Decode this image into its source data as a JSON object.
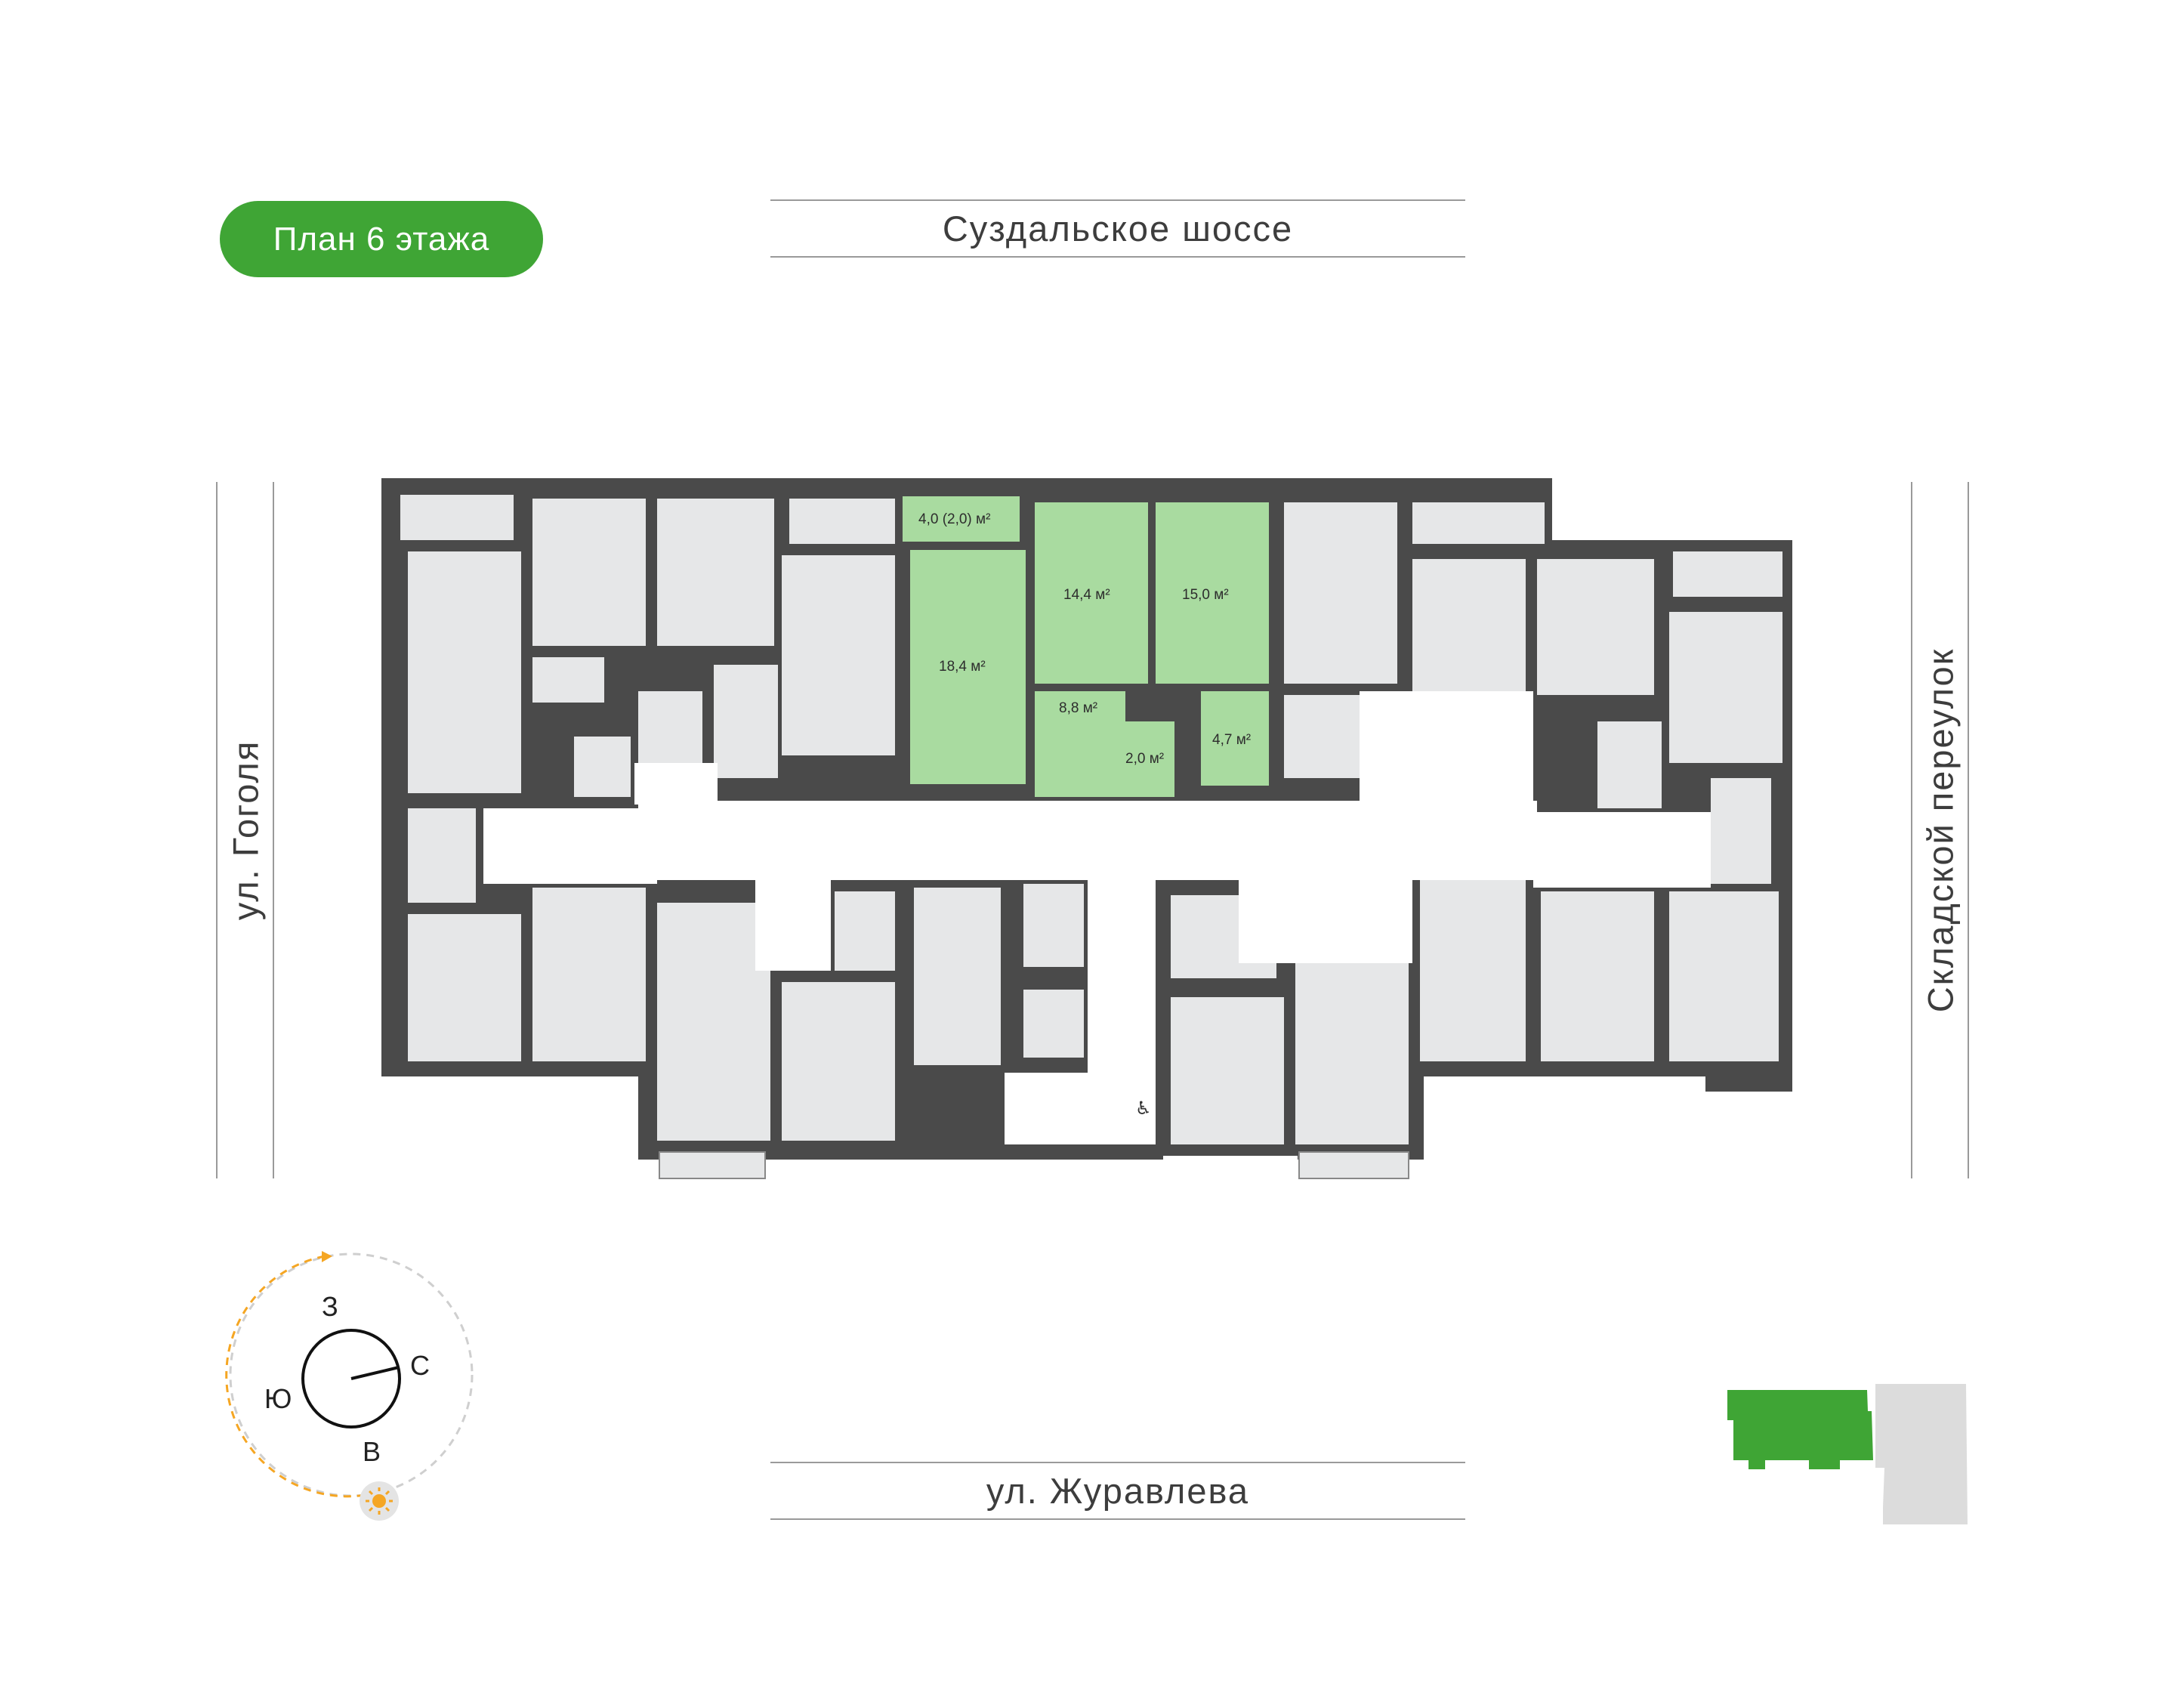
{
  "floor_badge": {
    "label": "План 6 этажа",
    "color": "#3fa535"
  },
  "streets": {
    "top": "Суздальское шоссе",
    "bottom": "ул. Журавлева",
    "left": "ул. Гоголя",
    "right": "Складской переулок"
  },
  "apartment": {
    "highlight_color": "#a9dba0",
    "areas": {
      "balcony": "4,0 (2,0) м²",
      "room1": "18,4 м²",
      "room2": "14,4 м²",
      "room3": "15,0 м²",
      "hall": "8,8 м²",
      "bath1": "2,0 м²",
      "bath2": "4,7 м²"
    }
  },
  "compass": {
    "north": "С",
    "south": "Ю",
    "east": "В",
    "west": "З",
    "sun_icon": "sun-icon",
    "sun_color": "#f5a623"
  },
  "colors": {
    "wall": "#4a4a4a",
    "room_fill": "#e6e7e8",
    "corridor": "#ffffff",
    "minimap_active": "#3fa535",
    "minimap_inactive": "#dcdcdc"
  },
  "icons": {
    "accessibility": "wheelchair-icon"
  }
}
